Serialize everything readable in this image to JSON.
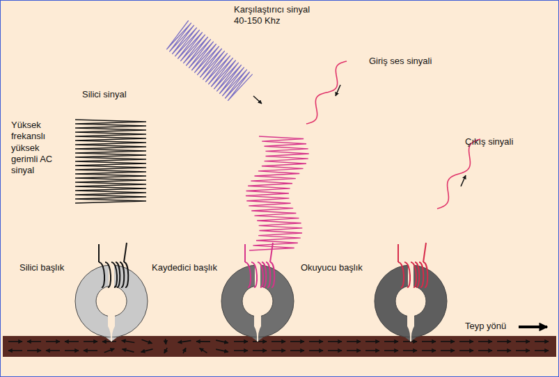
{
  "diagram": {
    "labels": [
      "Karşılaştırıcı sinyal 40-150 Khz",
      "Giriş ses sinyali",
      "Silici sinyal",
      "Yüksek frekanslı yüksek gerimli AC sinyal",
      "Silici başlık",
      "Kaydedici başlık",
      "Okuyucu başlık",
      "Çıkış sinyali",
      "Teyp yönü"
    ]
  }
}
